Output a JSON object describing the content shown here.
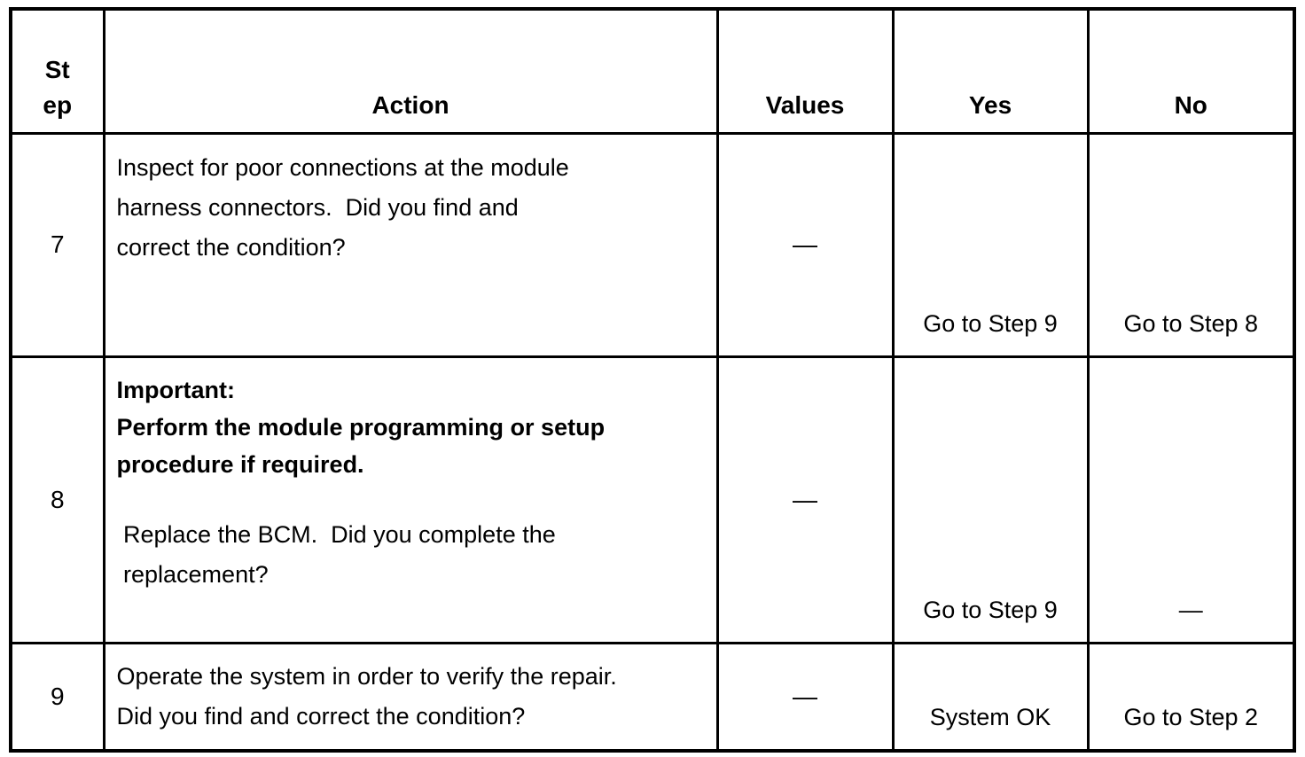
{
  "table": {
    "header": {
      "step_line1": "St",
      "step_line2": "ep",
      "action": "Action",
      "values": "Values",
      "yes": "Yes",
      "no": "No"
    },
    "rows": [
      {
        "step": "7",
        "action_lines": [
          "Inspect for poor connections at the module",
          "harness connectors.  Did you find and",
          "correct the condition?"
        ],
        "values": "—",
        "yes": "Go to Step 9",
        "no": "Go to Step 8"
      },
      {
        "step": "8",
        "action_bold_lines": [
          "Important:",
          "Perform the module programming or setup",
          "procedure if required."
        ],
        "action_lines": [
          " Replace the BCM.  Did you complete the",
          " replacement?"
        ],
        "values": "—",
        "yes": "Go to Step 9",
        "no": "—"
      },
      {
        "step": "9",
        "action_lines": [
          "Operate the system in order to verify the repair.",
          "Did you find and correct the condition?"
        ],
        "values": "—",
        "yes": "System OK",
        "no": "Go to Step 2"
      }
    ]
  }
}
